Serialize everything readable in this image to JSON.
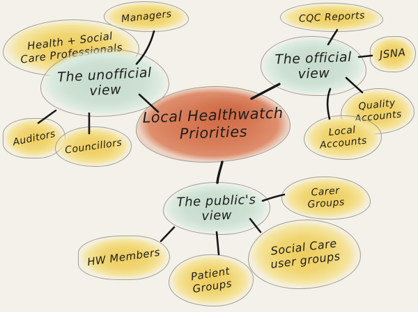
{
  "colors": {
    "bg": "#f3f1ea",
    "ink": "#1d1d1d",
    "outline": "#a19d92",
    "connector": "#161616",
    "centerfill": "#d5714b",
    "branchfill": "#c7dccd",
    "leaffill": "#eecd5f"
  },
  "nodes": {
    "center": {
      "label": "Local Healthwatch\nPriorities"
    },
    "unofficial": {
      "label": "The unofficial\nview"
    },
    "official": {
      "label": "The official\nview"
    },
    "publics": {
      "label": "The public's\nview"
    },
    "hsc_professionals": {
      "label": "Health + Social\nCare Professionals"
    },
    "managers": {
      "label": "Managers"
    },
    "auditors": {
      "label": "Auditors"
    },
    "councillors": {
      "label": "Councillors"
    },
    "cqc_reports": {
      "label": "CQC Reports"
    },
    "jsna": {
      "label": "JSNA"
    },
    "quality_accounts": {
      "label": "Quality\nAccounts"
    },
    "local_accounts": {
      "label": "Local\nAccounts"
    },
    "carer_groups": {
      "label": "Carer\nGroups"
    },
    "social_care_user_groups": {
      "label": "Social Care\nuser groups"
    },
    "hw_members": {
      "label": "HW Members"
    },
    "patient_groups": {
      "label": "Patient\nGroups"
    }
  },
  "edges": [
    {
      "from": "center",
      "to": "unofficial"
    },
    {
      "from": "center",
      "to": "official"
    },
    {
      "from": "center",
      "to": "publics"
    },
    {
      "from": "unofficial",
      "to": "hsc_professionals"
    },
    {
      "from": "unofficial",
      "to": "managers"
    },
    {
      "from": "unofficial",
      "to": "auditors"
    },
    {
      "from": "unofficial",
      "to": "councillors"
    },
    {
      "from": "official",
      "to": "cqc_reports"
    },
    {
      "from": "official",
      "to": "jsna"
    },
    {
      "from": "official",
      "to": "quality_accounts"
    },
    {
      "from": "official",
      "to": "local_accounts"
    },
    {
      "from": "publics",
      "to": "carer_groups"
    },
    {
      "from": "publics",
      "to": "hw_members"
    },
    {
      "from": "publics",
      "to": "patient_groups"
    },
    {
      "from": "publics",
      "to": "social_care_user_groups"
    }
  ]
}
